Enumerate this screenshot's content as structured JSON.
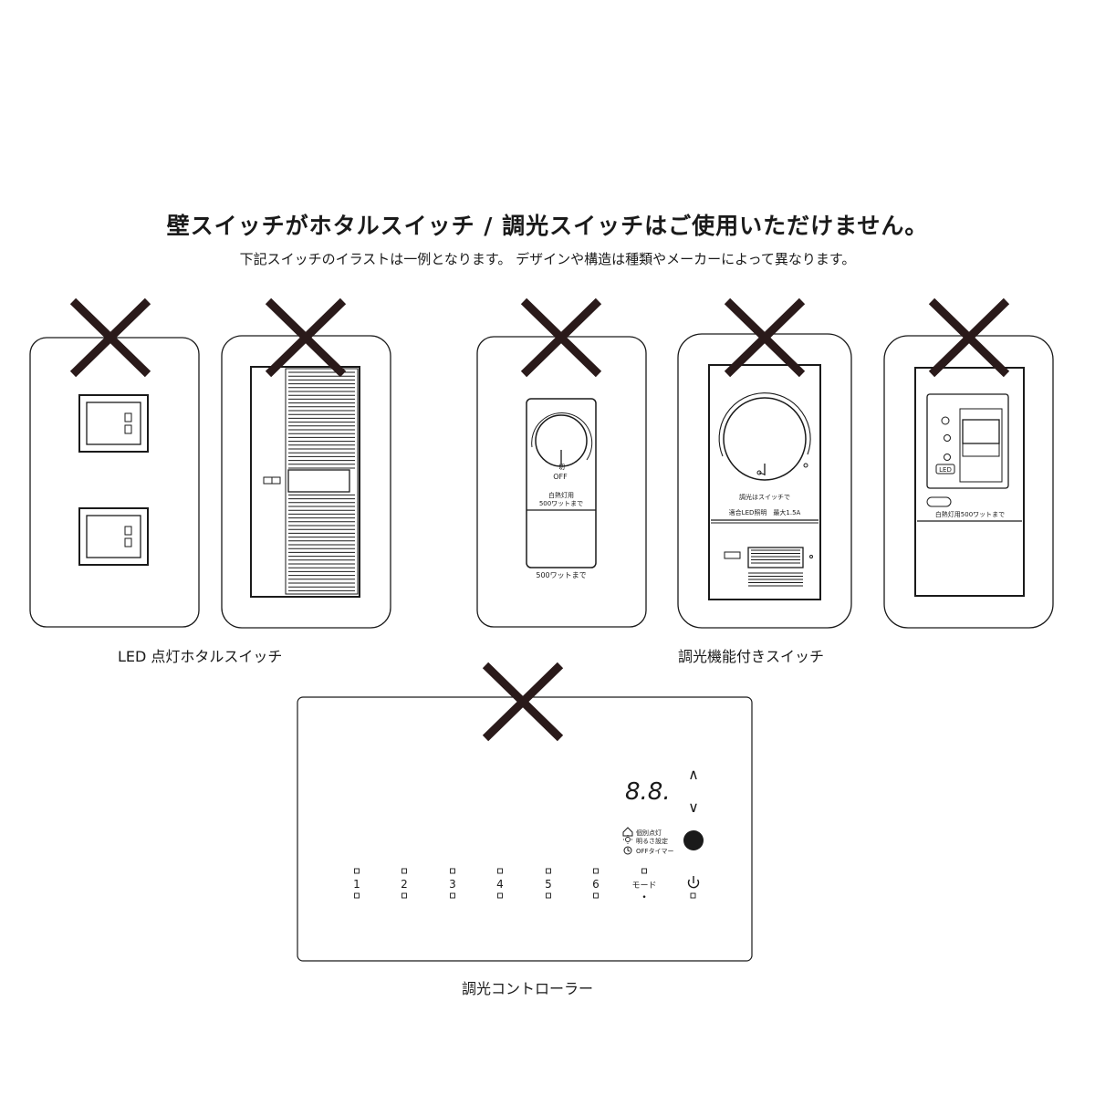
{
  "heading": {
    "title": "壁スイッチがホタルスイッチ / 調光スイッチはご使用いただけません。",
    "subtitle": "下記スイッチのイラストは一例となります。 デザインや構造は種類やメーカーによって異なります。"
  },
  "captions": {
    "led_group": "LED 点灯ホタルスイッチ",
    "dimmer_group": "調光機能付きスイッチ",
    "controller": "調光コントローラー"
  },
  "plate3": {
    "off": "OFF",
    "kiri": "切",
    "rating1": "白熱灯用",
    "rating2": "500ワットまで",
    "bottom": "500ワットまで"
  },
  "plate4": {
    "note": "調光はスイッチで",
    "spec": "適合LED照明　最大1.5A"
  },
  "plate5": {
    "led": "LED",
    "rating": "白熱灯用500ワットまで"
  },
  "controller": {
    "display": "8.8.",
    "up": "∧",
    "down": "∨",
    "menu": [
      "個別点灯",
      "明るさ設定",
      "OFFタイマー"
    ],
    "keys": [
      "1",
      "2",
      "3",
      "4",
      "5",
      "6",
      "モード"
    ],
    "mode_dot": "•"
  },
  "colors": {
    "cross": "#2a1a1a",
    "stroke": "#1a1a1a"
  }
}
